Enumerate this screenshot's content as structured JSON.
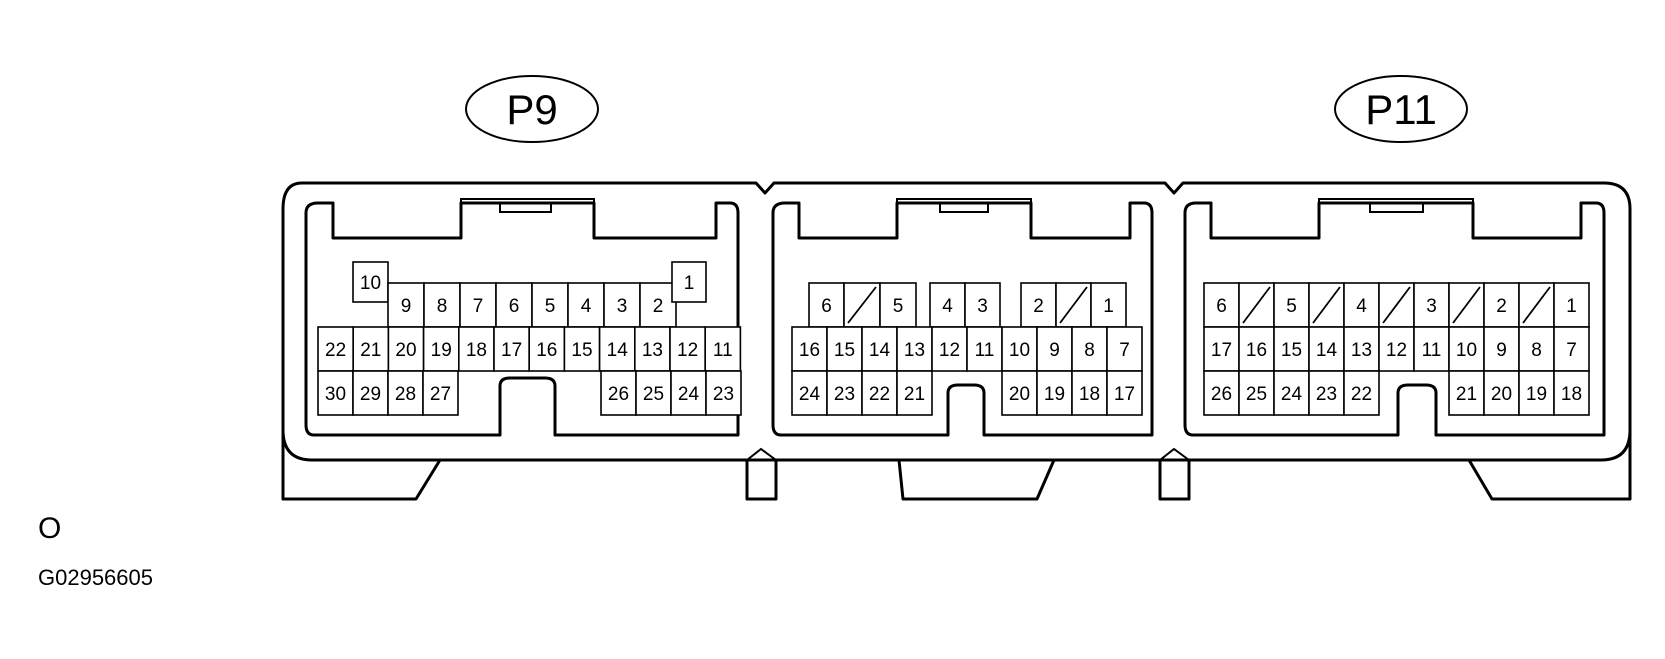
{
  "labels": {
    "p9": "P9",
    "p11": "P11",
    "symbol": "O",
    "figure_code": "G02956605"
  },
  "connectors": [
    {
      "id": "p9",
      "rows": [
        [
          {
            "t": "10"
          },
          {
            "t": "9"
          },
          {
            "t": "8"
          },
          {
            "t": "7"
          },
          {
            "t": "6"
          },
          {
            "t": "5"
          },
          {
            "t": "4"
          },
          {
            "t": "3"
          },
          {
            "t": "2"
          },
          {
            "t": "1"
          }
        ],
        [
          {
            "t": "22"
          },
          {
            "t": "21"
          },
          {
            "t": "20"
          },
          {
            "t": "19"
          },
          {
            "t": "18"
          },
          {
            "t": "17"
          },
          {
            "t": "16"
          },
          {
            "t": "15"
          },
          {
            "t": "14"
          },
          {
            "t": "13"
          },
          {
            "t": "12"
          },
          {
            "t": "11"
          }
        ],
        [
          {
            "t": "30"
          },
          {
            "t": "29"
          },
          {
            "t": "28"
          },
          {
            "t": "27"
          },
          {
            "t": "26"
          },
          {
            "t": "25"
          },
          {
            "t": "24"
          },
          {
            "t": "23"
          }
        ]
      ]
    },
    {
      "id": "middle",
      "rows": [
        [
          {
            "t": "6"
          },
          {
            "t": "/"
          },
          {
            "t": "5"
          },
          {
            "t": "4"
          },
          {
            "t": "3"
          },
          {
            "t": "2"
          },
          {
            "t": "/"
          },
          {
            "t": "1"
          }
        ],
        [
          {
            "t": "16"
          },
          {
            "t": "15"
          },
          {
            "t": "14"
          },
          {
            "t": "13"
          },
          {
            "t": "12"
          },
          {
            "t": "11"
          },
          {
            "t": "10"
          },
          {
            "t": "9"
          },
          {
            "t": "8"
          },
          {
            "t": "7"
          }
        ],
        [
          {
            "t": "24"
          },
          {
            "t": "23"
          },
          {
            "t": "22"
          },
          {
            "t": "21"
          },
          {
            "t": "20"
          },
          {
            "t": "19"
          },
          {
            "t": "18"
          },
          {
            "t": "17"
          }
        ]
      ]
    },
    {
      "id": "p11",
      "rows": [
        [
          {
            "t": "6"
          },
          {
            "t": "/"
          },
          {
            "t": "5"
          },
          {
            "t": "/"
          },
          {
            "t": "4"
          },
          {
            "t": "/"
          },
          {
            "t": "3"
          },
          {
            "t": "/"
          },
          {
            "t": "2"
          },
          {
            "t": "/"
          },
          {
            "t": "1"
          }
        ],
        [
          {
            "t": "17"
          },
          {
            "t": "16"
          },
          {
            "t": "15"
          },
          {
            "t": "14"
          },
          {
            "t": "13"
          },
          {
            "t": "12"
          },
          {
            "t": "11"
          },
          {
            "t": "10"
          },
          {
            "t": "9"
          },
          {
            "t": "8"
          },
          {
            "t": "7"
          }
        ],
        [
          {
            "t": "26"
          },
          {
            "t": "25"
          },
          {
            "t": "24"
          },
          {
            "t": "23"
          },
          {
            "t": "22"
          },
          {
            "t": "21"
          },
          {
            "t": "20"
          },
          {
            "t": "19"
          },
          {
            "t": "18"
          }
        ]
      ]
    }
  ]
}
